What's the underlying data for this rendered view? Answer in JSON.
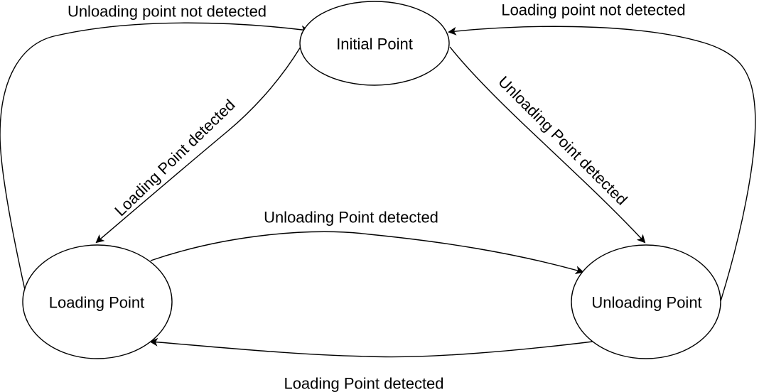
{
  "nodes": {
    "initial": {
      "label": "Initial Point"
    },
    "loading": {
      "label": "Loading Point"
    },
    "unloading": {
      "label": "Unloading Point"
    }
  },
  "edges": {
    "unloading_to_initial": {
      "label": "Unloading point not detected"
    },
    "loading_to_initial": {
      "label": "Loading point not detected"
    },
    "initial_to_loading": {
      "label": "Loading Point detected"
    },
    "initial_to_unloading": {
      "label": "Unloading Point detected"
    },
    "loading_to_unloading": {
      "label": "Unloading Point detected"
    },
    "unloading_to_loading": {
      "label": "Loading Point detected"
    }
  },
  "colors": {
    "stroke": "#000000",
    "fill": "#ffffff",
    "background": "#ffffff"
  }
}
